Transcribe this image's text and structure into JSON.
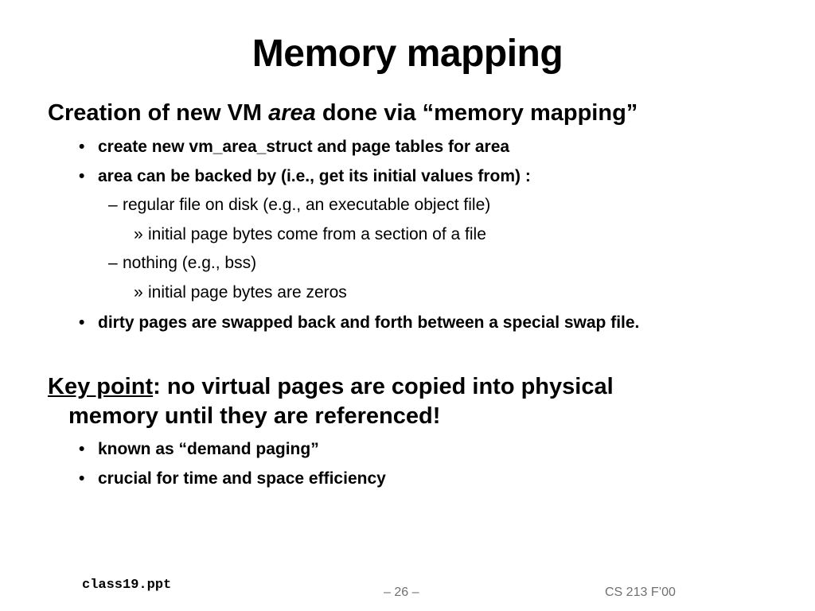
{
  "slide": {
    "title": "Memory mapping",
    "point1": {
      "text_before": "Creation of new VM ",
      "text_italic": "area",
      "text_after": " done via “memory mapping”",
      "bullets": [
        "create new vm_area_struct and page tables for area",
        "area can be backed by (i.e., get its initial values from) :"
      ],
      "dash_items": [
        "regular file on disk (e.g., an executable object file)",
        "nothing (e.g., bss)"
      ],
      "sub_items": [
        "initial page bytes come from a section of a file",
        "initial page bytes are zeros"
      ],
      "last_bullet": "dirty pages are swapped back and forth between a special swap file."
    },
    "point2": {
      "label": "Key point",
      "text_line1": ": no virtual pages are copied into physical",
      "text_line2": "memory until they are referenced!",
      "bullets": [
        "known as “demand paging”",
        "crucial for time and space efficiency"
      ]
    },
    "markers": {
      "bullet": "•",
      "dash": "–",
      "sub": "»"
    }
  },
  "footer": {
    "filename": "class19.ppt",
    "page": "– 26 –",
    "course": "CS 213 F’00"
  }
}
